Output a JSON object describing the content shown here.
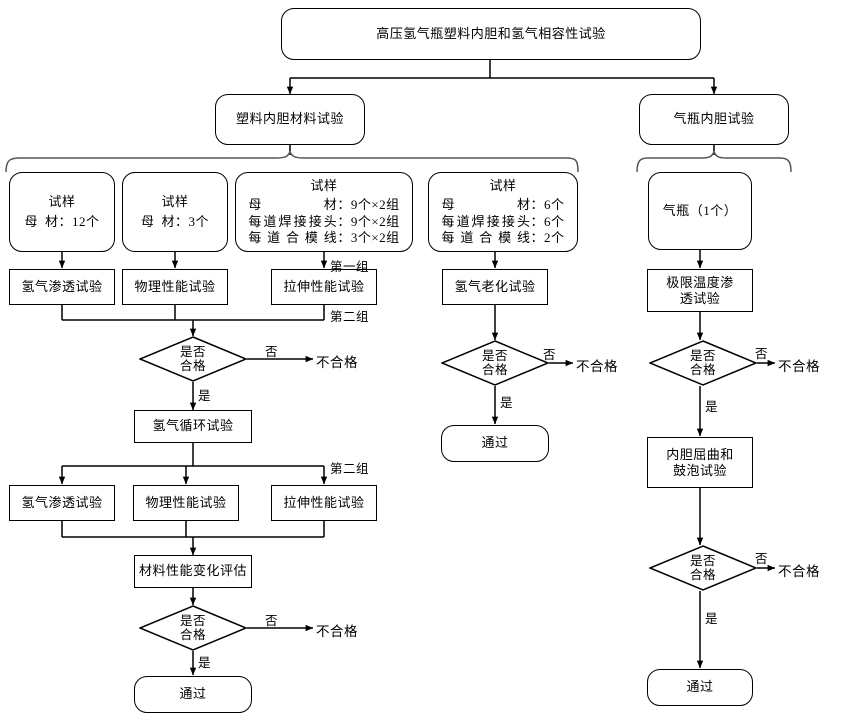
{
  "diagram": {
    "title_node": "高压氢气瓶塑料内胆和氢气相容性试验",
    "branch_left": "塑料内胆材料试验",
    "branch_right": "气瓶内胆试验",
    "samples": {
      "s1": {
        "title": "试样",
        "lines": [
          {
            "k": "母材",
            "v": "12个"
          }
        ]
      },
      "s2": {
        "title": "试样",
        "lines": [
          {
            "k": "母材",
            "v": "3个"
          }
        ]
      },
      "s3": {
        "title": "试样",
        "lines": [
          {
            "k": "母材",
            "v": "9个×2组"
          },
          {
            "k": "每道焊接接头",
            "v": "9个×2组"
          },
          {
            "k": "每道合模线",
            "v": "3个×2组"
          }
        ]
      },
      "s4": {
        "title": "试样",
        "lines": [
          {
            "k": "母材",
            "v": "6个"
          },
          {
            "k": "每道焊接接头",
            "v": "6个"
          },
          {
            "k": "每道合模线",
            "v": "2个"
          }
        ]
      },
      "cylinder": "气瓶（1个）"
    },
    "tests_row1": {
      "t1": "氢气渗透试验",
      "t2": "物理性能试验",
      "t3": "拉伸性能试验",
      "t4": "氢气老化试验",
      "t5": "极限温度渗透试验"
    },
    "group_labels": {
      "first": "第一组",
      "second": "第二组",
      "second_b": "第二组"
    },
    "cycle_test": "氢气循环试验",
    "tests_row2": {
      "t1": "氢气渗透试验",
      "t2": "物理性能试验",
      "t3": "拉伸性能试验"
    },
    "evaluation": "材料性能变化评估",
    "liner_test": "内胆屈曲和鼓泡试验",
    "decisions": {
      "d1": "是否\n合格",
      "d2": "是否\n合格",
      "d3": "是否\n合格",
      "d4": "是否\n合格",
      "d5": "是否\n合格"
    },
    "decision_text": {
      "line1": "是否",
      "line2": "合格"
    },
    "labels": {
      "no": "否",
      "yes": "是",
      "fail": "不合格",
      "pass": "通过"
    },
    "colors": {
      "stroke": "#000000",
      "background": "#ffffff",
      "bracket": "#4a4a4a"
    }
  }
}
